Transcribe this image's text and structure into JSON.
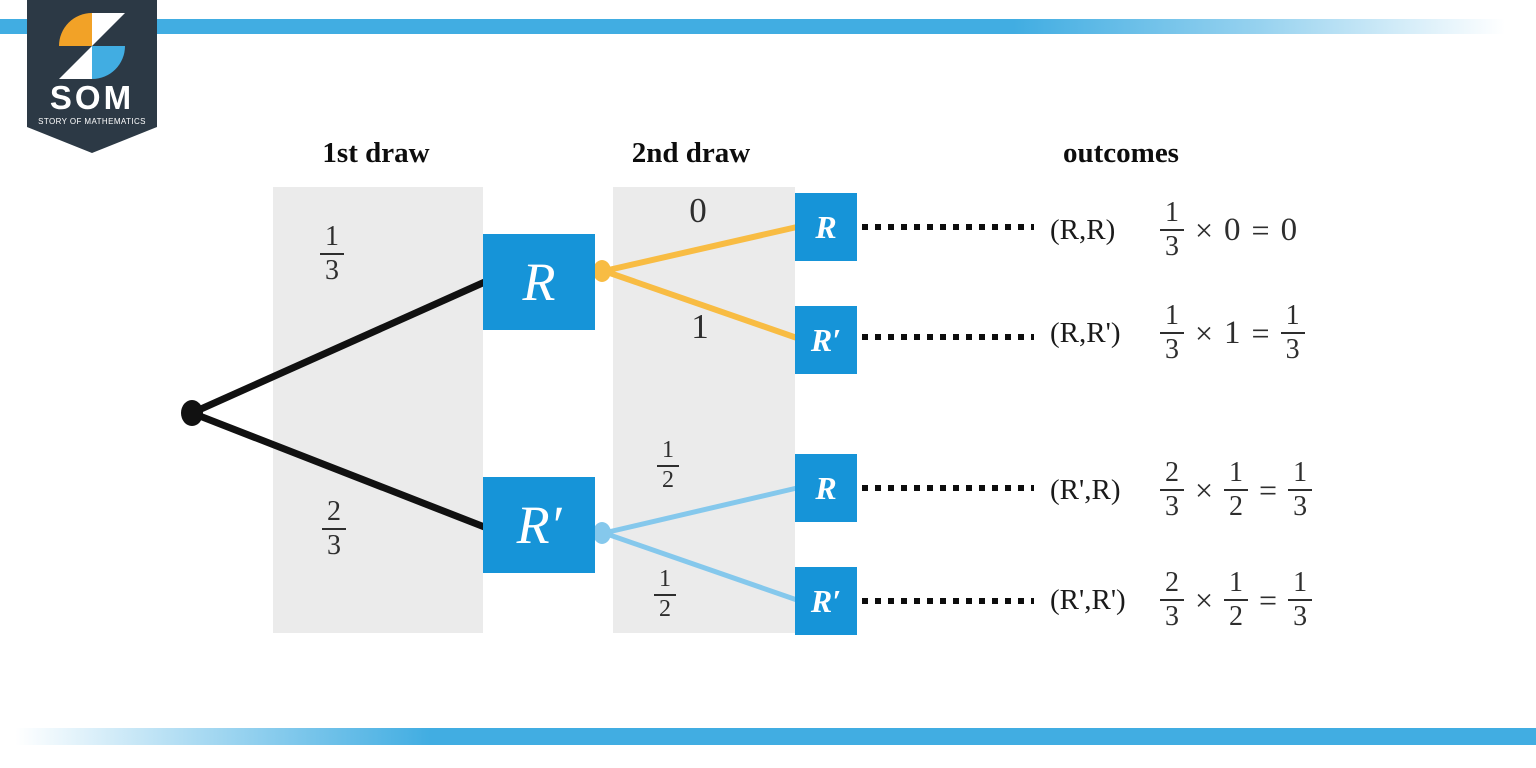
{
  "logo": {
    "title": "SOM",
    "subtitle": "STORY OF MATHEMATICS"
  },
  "headers": {
    "first": "1st draw",
    "second": "2nd draw",
    "outcomes": "outcomes"
  },
  "level1": {
    "branches": [
      {
        "prob": {
          "num": "1",
          "den": "3"
        },
        "node": "R"
      },
      {
        "prob": {
          "num": "2",
          "den": "3"
        },
        "node": "R′"
      }
    ]
  },
  "level2": {
    "from_r": [
      {
        "prob": "0",
        "node": "R"
      },
      {
        "prob": "1",
        "node": "R′"
      }
    ],
    "from_r_prime": [
      {
        "prob": {
          "num": "1",
          "den": "2"
        },
        "node": "R"
      },
      {
        "prob": {
          "num": "1",
          "den": "2"
        },
        "node": "R′"
      }
    ]
  },
  "outcomes": {
    "rows": [
      {
        "label": "(R,R)",
        "f1": {
          "num": "1",
          "den": "3"
        },
        "times": "×",
        "mid": "0",
        "equals": "=",
        "result": "0"
      },
      {
        "label": "(R,R')",
        "f1": {
          "num": "1",
          "den": "3"
        },
        "times": "×",
        "mid": "1",
        "equals": "=",
        "result_frac": {
          "num": "1",
          "den": "3"
        }
      },
      {
        "label": "(R',R)",
        "f1": {
          "num": "2",
          "den": "3"
        },
        "times": "×",
        "mid_frac": {
          "num": "1",
          "den": "2"
        },
        "equals": "=",
        "result_frac": {
          "num": "1",
          "den": "3"
        }
      },
      {
        "label": "(R',R')",
        "f1": {
          "num": "2",
          "den": "3"
        },
        "times": "×",
        "mid_frac": {
          "num": "1",
          "den": "2"
        },
        "equals": "=",
        "result_frac": {
          "num": "1",
          "den": "3"
        }
      }
    ]
  },
  "colors": {
    "node_blue": "#1694d8",
    "stripe_blue": "#41ade2",
    "branch_yellow": "#f8bc43",
    "branch_light_blue": "#85c8ec",
    "banner_navy": "#2c3945",
    "logo_orange": "#f2a227",
    "panel_gray": "#ebebeb",
    "line_black": "#111111"
  }
}
